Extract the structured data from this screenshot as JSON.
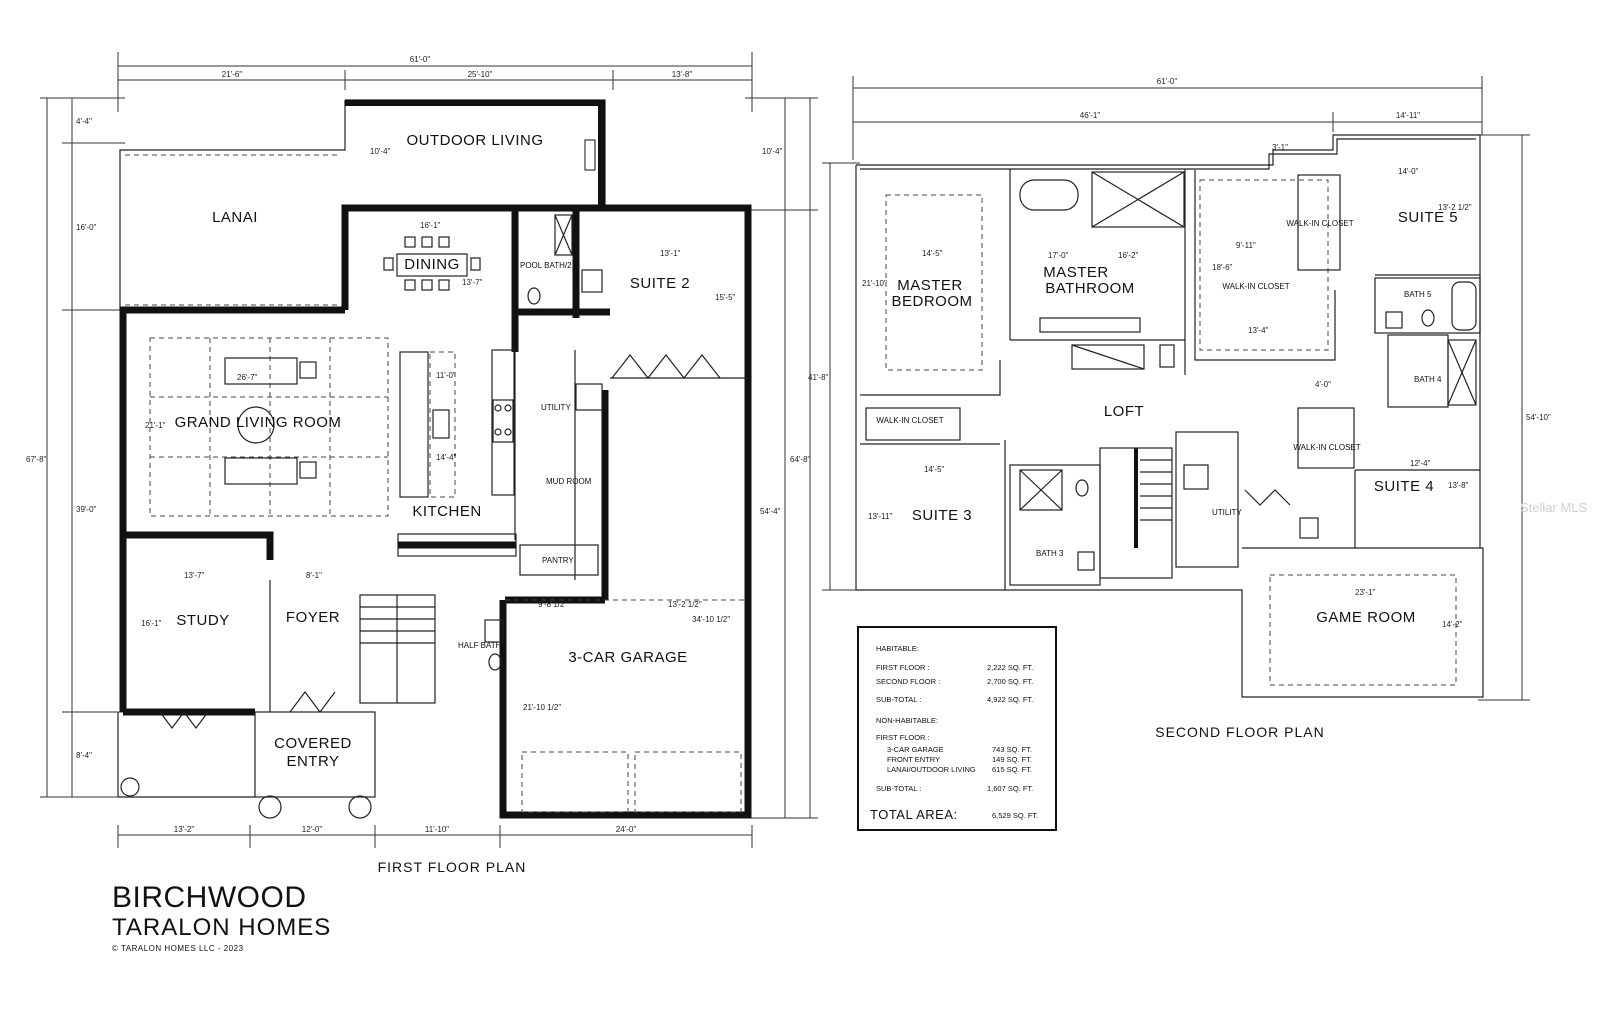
{
  "first_floor": {
    "title": "FIRST FLOOR PLAN",
    "rooms": {
      "outdoor_living": "OUTDOOR LIVING",
      "lanai": "LANAI",
      "dining": "DINING",
      "pool_bath": "POOL BATH/2",
      "suite2": "SUITE 2",
      "grand_living": "GRAND LIVING ROOM",
      "utility": "UTILITY",
      "kitchen": "KITCHEN",
      "mud_room": "MUD ROOM",
      "pantry": "PANTRY",
      "study": "STUDY",
      "foyer": "FOYER",
      "half_bath": "HALF BATH",
      "garage": "3-CAR GARAGE",
      "covered_entry_1": "COVERED",
      "covered_entry_2": "ENTRY"
    },
    "dims": {
      "overall_w": "61'-0\"",
      "top_a": "21'-6\"",
      "top_b": "25'-10\"",
      "top_c": "13'-8\"",
      "left_a": "4'-4\"",
      "left_b": "16'-0\"",
      "left_total": "67'-8\"",
      "left_c": "39'-0\"",
      "left_d": "8'-4\"",
      "right_a": "10'-4\"",
      "right_total": "64'-8\"",
      "right_b": "54'-4\"",
      "outdoor_d": "10'-4\"",
      "dining_w": "16'-1\"",
      "dining_d": "13'-7\"",
      "suite2_w": "13'-1\"",
      "suite2_d": "15'-5\"",
      "living_w": "26'-7\"",
      "living_d": "21'-1\"",
      "kitchen_w": "11'-0\"",
      "kitchen_d": "14'-4\"",
      "study_w": "13'-7\"",
      "study_d": "16'-1\"",
      "foyer_w": "8'-1\"",
      "garage_a": "9'-8 1/2\"",
      "garage_b": "13'-2 1/2\"",
      "garage_w": "34'-10 1/2\"",
      "garage_d": "21'-10 1/2\"",
      "bottom_a": "13'-2\"",
      "bottom_b": "12'-0\"",
      "bottom_c": "11'-10\"",
      "bottom_d": "24'-0\""
    }
  },
  "second_floor": {
    "title": "SECOND FLOOR PLAN",
    "rooms": {
      "master_bed_1": "MASTER",
      "master_bed_2": "BEDROOM",
      "master_bath_1": "MASTER",
      "master_bath_2": "BATHROOM",
      "walkin_closet_a": "WALK-IN CLOSET",
      "suite5": "SUITE 5",
      "walkin_closet_b": "WALK-IN CLOSET",
      "bath5": "BATH 5",
      "bath4": "BATH 4",
      "loft": "LOFT",
      "walkin_closet_c": "WALK-IN CLOSET",
      "suite3": "SUITE 3",
      "bath3": "BATH 3",
      "utility": "UTILITY",
      "walkin_closet_d": "WALK-IN CLOSET",
      "suite4": "SUITE 4",
      "game_room": "GAME ROOM"
    },
    "dims": {
      "overall_w": "61'-0\"",
      "top_a": "46'-1\"",
      "top_b": "14'-11\"",
      "step": "3'-1\"",
      "suite5_w": "14'-0\"",
      "suite5_d": "13'-2 1/2\"",
      "master_w": "14'-5\"",
      "master_d": "21'-10\"",
      "bath_a": "17'-0\"",
      "bath_b": "16'-2\"",
      "closet_a": "9'-11\"",
      "closet_b": "18'-6\"",
      "closet_c": "13'-4\"",
      "left_total": "41'-8\"",
      "suite3_w": "14'-5\"",
      "suite3_d": "13'-11\"",
      "loft_gap": "4'-0\"",
      "suite4_w": "12'-4\"",
      "suite4_d": "13'-8\"",
      "game_w": "23'-1\"",
      "game_d": "14'-2\"",
      "right_total": "54'-10\""
    }
  },
  "area_table": {
    "habitable": "HABITABLE:",
    "first_floor_label": "FIRST FLOOR :",
    "first_floor_val": "2,222 SQ. FT.",
    "second_floor_label": "SECOND FLOOR :",
    "second_floor_val": "2,700 SQ. FT.",
    "subtotal1_label": "SUB-TOTAL :",
    "subtotal1_val": "4,922 SQ. FT.",
    "non_habitable": "NON-HABITABLE:",
    "first_floor2_label": "FIRST FLOOR :",
    "garage_label": "3-CAR GARAGE",
    "garage_val": "743 SQ. FT.",
    "entry_label": "FRONT ENTRY",
    "entry_val": "149 SQ. FT.",
    "lanai_label": "LANAI/OUTDOOR LIVING",
    "lanai_val": "615 SQ. FT.",
    "subtotal2_label": "SUB-TOTAL :",
    "subtotal2_val": "1,607 SQ. FT.",
    "total_label": "TOTAL AREA:",
    "total_val": "6,529 SQ. FT."
  },
  "branding": {
    "name": "BIRCHWOOD",
    "company": "TARALON HOMES",
    "copyright": "© TARALON HOMES LLC - 2023"
  },
  "watermark": "Stellar MLS"
}
